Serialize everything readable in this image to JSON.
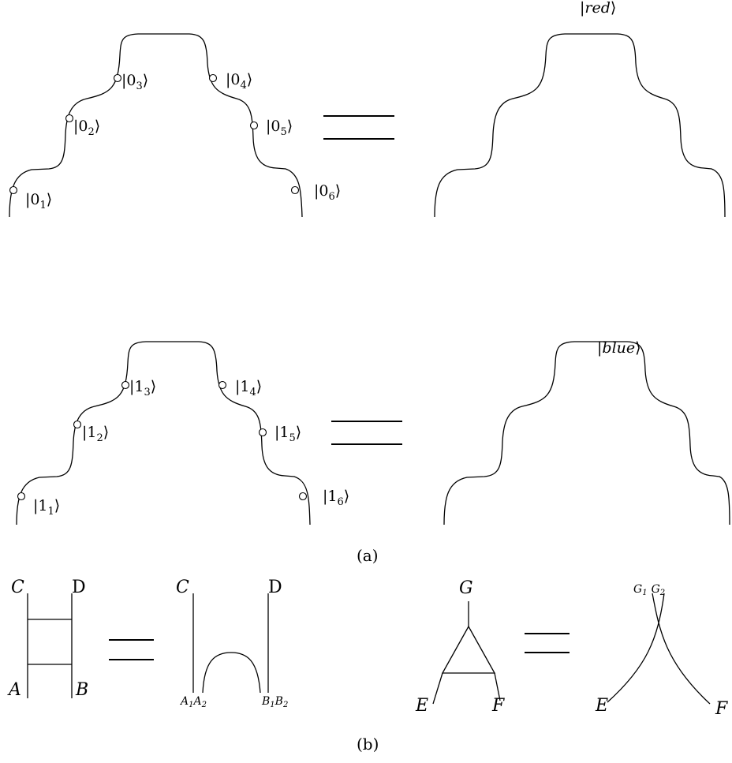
{
  "panel_a": {
    "caption": "(a)",
    "row_red": {
      "left_labels": [
        {
          "prefix": "|0",
          "sub": "1"
        },
        {
          "prefix": "|0",
          "sub": "2"
        },
        {
          "prefix": "|0",
          "sub": "3"
        },
        {
          "prefix": "|0",
          "sub": "4"
        },
        {
          "prefix": "|0",
          "sub": "5"
        },
        {
          "prefix": "|0",
          "sub": "6"
        }
      ],
      "right_label_text": "red"
    },
    "row_blue": {
      "left_labels": [
        {
          "prefix": "|1",
          "sub": "1"
        },
        {
          "prefix": "|1",
          "sub": "2"
        },
        {
          "prefix": "|1",
          "sub": "3"
        },
        {
          "prefix": "|1",
          "sub": "4"
        },
        {
          "prefix": "|1",
          "sub": "5"
        },
        {
          "prefix": "|1",
          "sub": "6"
        }
      ],
      "right_label_text": "blue"
    }
  },
  "panel_b": {
    "caption": "(b)",
    "ladder": {
      "left_top": "C",
      "right_top": "D",
      "left_bottom": "A",
      "right_bottom": "B",
      "rhs_top_left": "C",
      "rhs_top_right": "D",
      "rhs_bottom": [
        "A",
        "1",
        "A",
        "2",
        "B",
        "1",
        "B",
        "2"
      ]
    },
    "triangle": {
      "top": "G",
      "bottom_left": "E",
      "bottom_right": "F",
      "rhs_top": [
        "G",
        "1",
        "G",
        "2"
      ],
      "rhs_bottom_left": "E",
      "rhs_bottom_right": "F"
    }
  }
}
